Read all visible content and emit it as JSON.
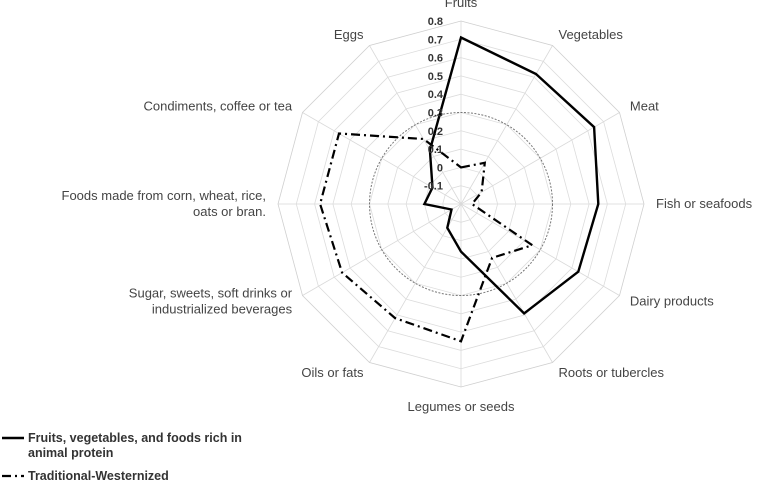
{
  "chart_data": {
    "type": "radar",
    "title": "",
    "categories": [
      "Fruits",
      "Vegetables",
      "Meat",
      "Fish or seafoods",
      "Dairy products",
      "Roots or tubercles",
      "Legumes or seeds",
      "Oils or fats",
      "Sugar, sweets, soft drinks or industrialized beverages",
      "Foods made from corn, wheat, rice, oats or bran.",
      "Condiments, coffee or tea",
      "Eggs"
    ],
    "category_label_lines": [
      [
        "Fruits"
      ],
      [
        "Vegetables"
      ],
      [
        "Meat"
      ],
      [
        "Fish or seafoods"
      ],
      [
        "Dairy products"
      ],
      [
        "Roots or tubercles"
      ],
      [
        "Legumes or seeds"
      ],
      [
        "Oils or fats"
      ],
      [
        "Sugar, sweets, soft drinks or",
        "industrialized beverages"
      ],
      [
        "Foods made from corn, wheat, rice,",
        "oats or bran."
      ],
      [
        "Condiments, coffee or tea"
      ],
      [
        "Eggs"
      ]
    ],
    "rlim": [
      -0.2,
      0.8
    ],
    "ticks": [
      -0.1,
      0,
      0.1,
      0.2,
      0.3,
      0.4,
      0.5,
      0.6,
      0.7,
      0.8
    ],
    "tick_labels": [
      "-0.1",
      "0",
      "0.1",
      "0.2",
      "0.3",
      "0.4",
      "0.5",
      "0.6",
      "0.7",
      "0.8"
    ],
    "reference_circle_value": 0.3,
    "series": [
      {
        "name": "Fruits, vegetables, and foods rich in animal protein",
        "legend_lines": [
          "Fruits, vegetables, and foods rich in",
          "animal protein"
        ],
        "style": "solid",
        "color": "#000000",
        "values": [
          0.71,
          0.62,
          0.64,
          0.55,
          0.54,
          0.49,
          0.06,
          -0.05,
          -0.14,
          0.0,
          -0.02,
          0.14
        ]
      },
      {
        "name": "Traditional-Westernized",
        "legend_lines": [
          "Traditional-Westernized"
        ],
        "style": "dashdot",
        "color": "#000000",
        "values": [
          0.0,
          0.06,
          -0.07,
          -0.14,
          0.25,
          0.14,
          0.55,
          0.52,
          0.55,
          0.57,
          0.57,
          0.21
        ]
      }
    ],
    "grid": true,
    "legend_position": "bottom-left"
  }
}
